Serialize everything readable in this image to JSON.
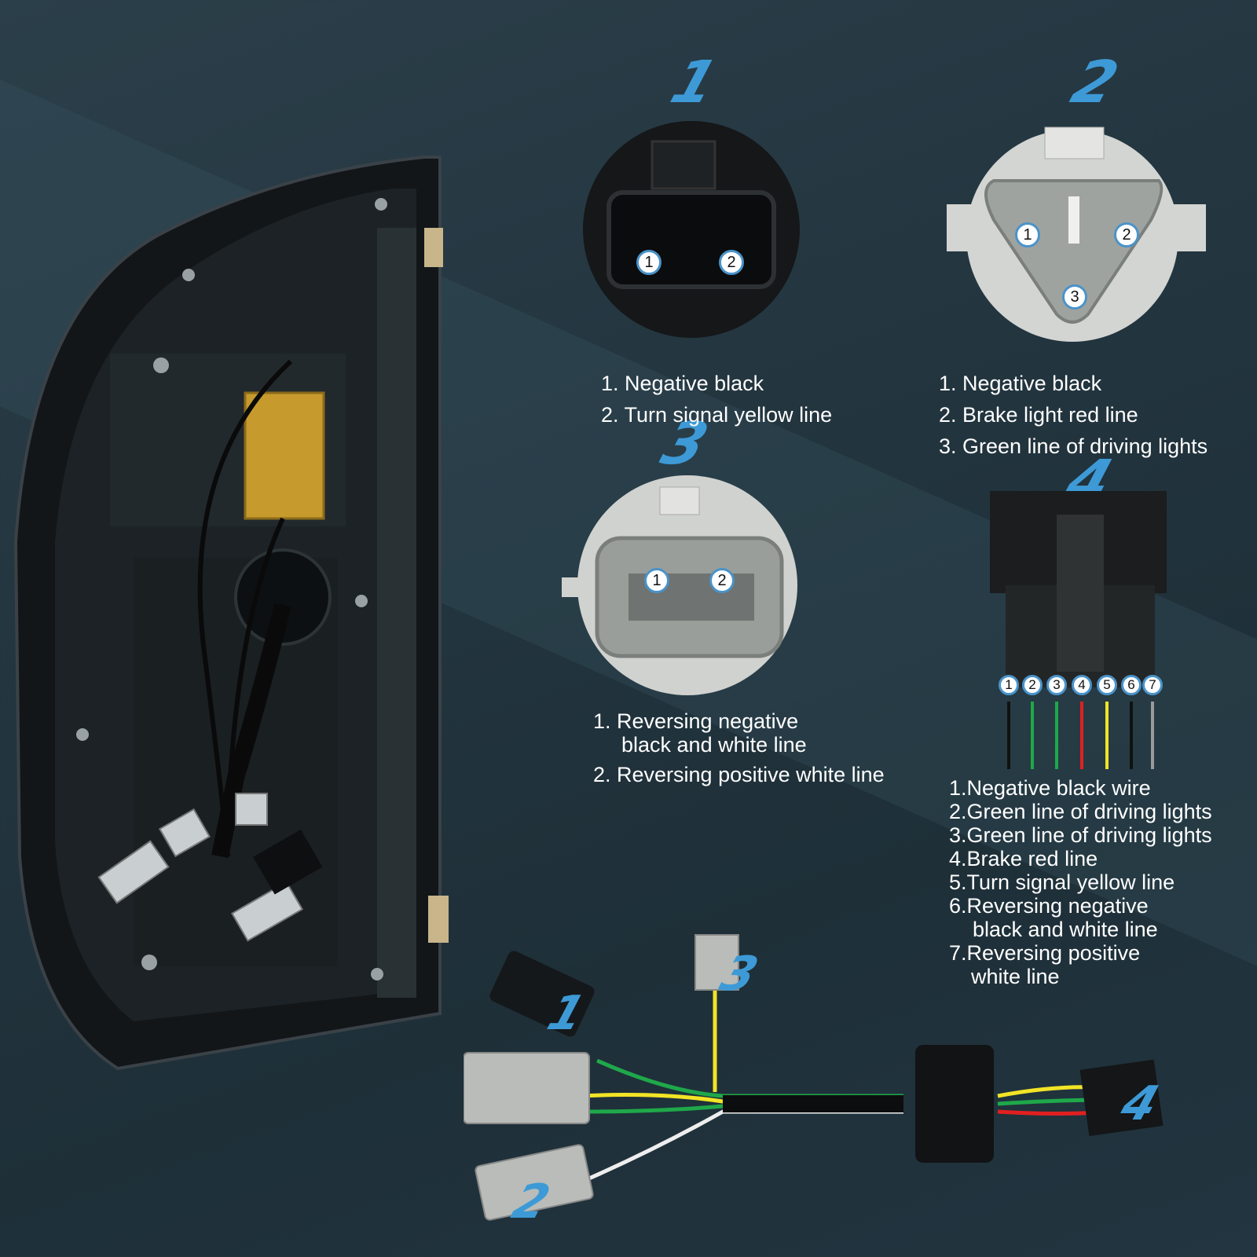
{
  "connector_numbers": [
    "1",
    "2",
    "3",
    "4"
  ],
  "connector1": {
    "pins": [
      "1",
      "2"
    ],
    "legend": [
      "1. Negative black",
      "2. Turn signal yellow line"
    ]
  },
  "connector2": {
    "pins": [
      "1",
      "2",
      "3"
    ],
    "legend": [
      "1. Negative black",
      "2. Brake light red line",
      "3. Green line of driving lights"
    ]
  },
  "connector3": {
    "pins": [
      "1",
      "2"
    ],
    "legend": [
      "1. Reversing negative",
      "black and white line",
      "2. Reversing positive white line"
    ]
  },
  "connector4": {
    "pins": [
      "1",
      "2",
      "3",
      "4",
      "5",
      "6",
      "7"
    ],
    "wire_colors": [
      "#111111",
      "#1fa84a",
      "#1fa84a",
      "#e02020",
      "#f2e426",
      "#111111",
      "#9a9a9a"
    ],
    "legend": [
      "1.Negative black wire",
      "2.Green line of driving lights",
      "3.Green line of driving lights",
      "4.Brake red line",
      "5.Turn signal yellow line",
      "6.Reversing negative",
      "black and white line",
      "7.Reversing positive",
      "white line"
    ]
  },
  "accent_color": "#3d9ad6"
}
